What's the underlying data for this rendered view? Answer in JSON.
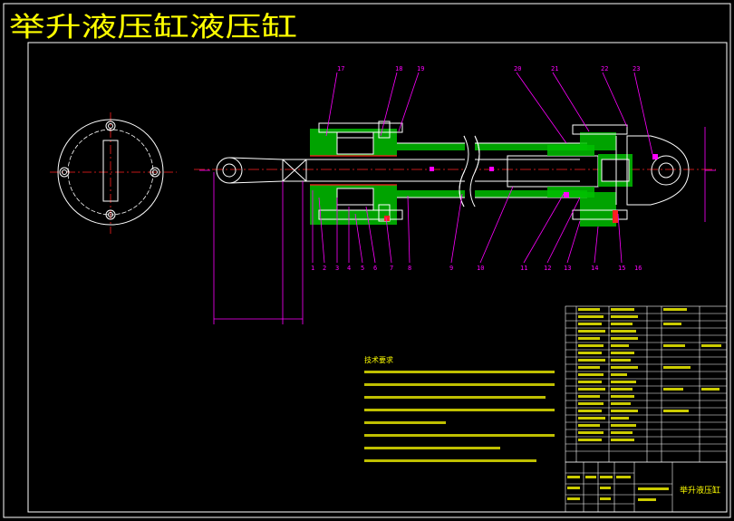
{
  "title": "举升液压缸液压缸",
  "balloons": [
    "17",
    "18",
    "19",
    "20",
    "21",
    "22",
    "23",
    "1",
    "2",
    "3",
    "4",
    "5",
    "6",
    "7",
    "8",
    "9",
    "10",
    "11",
    "12",
    "13",
    "14",
    "15",
    "16"
  ],
  "notes_heading": "技术要求",
  "title_block": {
    "name": "举升液压缸"
  },
  "colors": {
    "background": "#000000",
    "frame": "#ffffff",
    "magenta": "#ff00ff",
    "green": "#00c000",
    "yellow": "#ffff00",
    "red": "#ff2020",
    "title": "#ffff00"
  }
}
